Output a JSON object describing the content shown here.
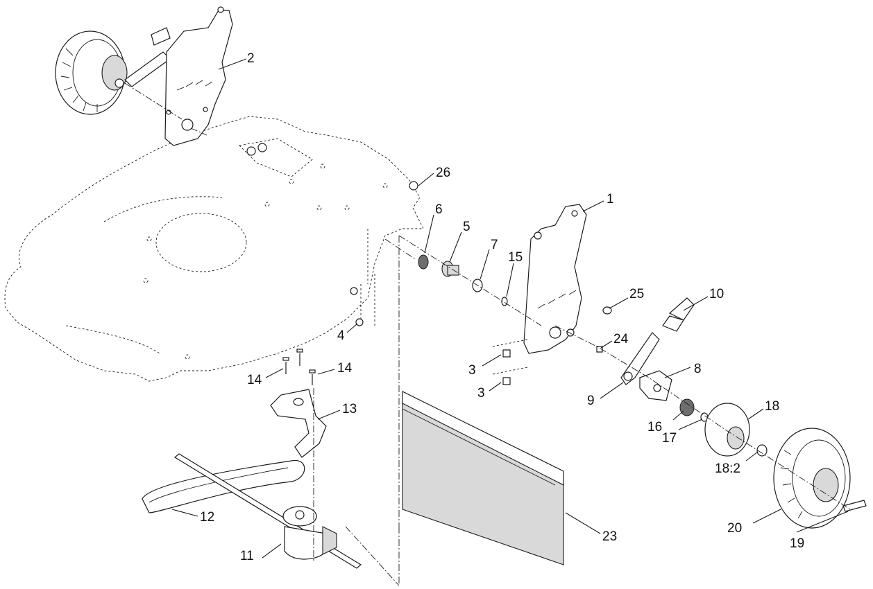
{
  "callouts": {
    "c1": "1",
    "c2": "2",
    "c3a": "3",
    "c3b": "3",
    "c4": "4",
    "c5": "5",
    "c6": "6",
    "c7": "7",
    "c8": "8",
    "c9": "9",
    "c10": "10",
    "c11": "11",
    "c12": "12",
    "c13": "13",
    "c14a": "14",
    "c14b": "14",
    "c15": "15",
    "c16": "16",
    "c17": "17",
    "c18": "18",
    "c18_2": "18:2",
    "c19": "19",
    "c20": "20",
    "c23": "23",
    "c24": "24",
    "c25": "25",
    "c26": "26"
  }
}
